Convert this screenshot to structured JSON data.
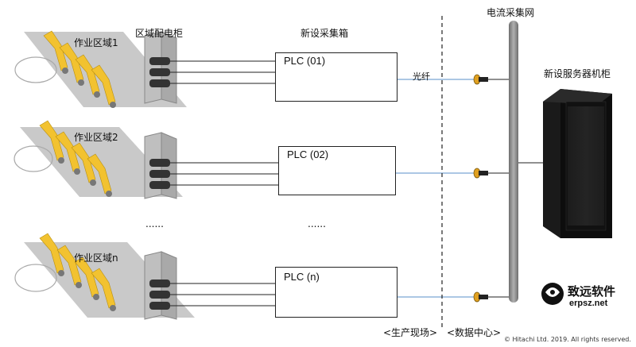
{
  "labels": {
    "zone_cabinet": "区域配电柜",
    "new_box": "新设采集箱",
    "current_net": "电流采集网",
    "server_cabinet": "新设服务器机柜",
    "fiber": "光纤",
    "production_site": "<生产现场>",
    "data_center": "<数据中心>",
    "ellipsis": "......"
  },
  "zones": [
    {
      "name": "作业区域1",
      "plc": "PLC (01)"
    },
    {
      "name": "作业区域2",
      "plc": "PLC (02)"
    },
    {
      "name": "作业区域n",
      "plc": "PLC (n)"
    }
  ],
  "logo": {
    "cn": "致远软件",
    "url": "erpsz.net"
  },
  "copyright": "© Hitachi Ltd. 2019. All rights reserved.",
  "colors": {
    "robot": "#f2c230",
    "floor": "#c8c8c8",
    "fiber": "#5a8fc9",
    "pole": "#8a8a8a"
  }
}
